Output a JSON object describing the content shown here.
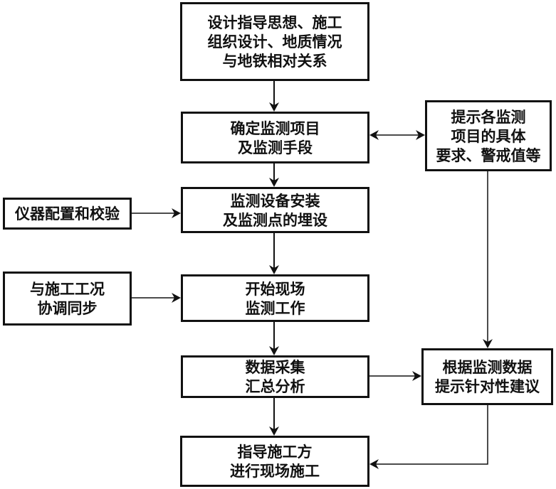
{
  "diagram": {
    "type": "flowchart",
    "main_flow": [
      {
        "id": "design-basis",
        "lines": [
          "设计指导思想、施工",
          "组织设计、地质情况",
          "与地铁相对关系"
        ]
      },
      {
        "id": "determine-items",
        "lines": [
          "确定监测项目",
          "及监测手段"
        ]
      },
      {
        "id": "install-equipment",
        "lines": [
          "监测设备安装",
          "及监测点的埋设"
        ]
      },
      {
        "id": "start-monitoring",
        "lines": [
          "开始现场",
          "监测工作"
        ]
      },
      {
        "id": "data-analysis",
        "lines": [
          "数据采集",
          "汇总分析"
        ]
      },
      {
        "id": "guide-construction",
        "lines": [
          "指导施工方",
          "进行现场施工"
        ]
      }
    ],
    "side_nodes": [
      {
        "id": "requirements",
        "lines": [
          "提示各监测",
          "项目的具体",
          "要求、警戒值等"
        ]
      },
      {
        "id": "instrument-config",
        "lines": [
          "仪器配置和校验"
        ]
      },
      {
        "id": "coordinate",
        "lines": [
          "与施工工况",
          "协调同步"
        ]
      },
      {
        "id": "suggestions",
        "lines": [
          "根据监测数据",
          "提示针对性建议"
        ]
      }
    ],
    "edges": [
      {
        "from": "design-basis",
        "to": "determine-items"
      },
      {
        "from": "determine-items",
        "to": "requirements",
        "bidirectional": true
      },
      {
        "from": "determine-items",
        "to": "install-equipment"
      },
      {
        "from": "instrument-config",
        "to": "install-equipment"
      },
      {
        "from": "install-equipment",
        "to": "start-monitoring"
      },
      {
        "from": "coordinate",
        "to": "start-monitoring"
      },
      {
        "from": "start-monitoring",
        "to": "data-analysis"
      },
      {
        "from": "requirements",
        "to": "suggestions"
      },
      {
        "from": "data-analysis",
        "to": "suggestions"
      },
      {
        "from": "data-analysis",
        "to": "guide-construction"
      },
      {
        "from": "suggestions",
        "to": "guide-construction"
      }
    ]
  }
}
